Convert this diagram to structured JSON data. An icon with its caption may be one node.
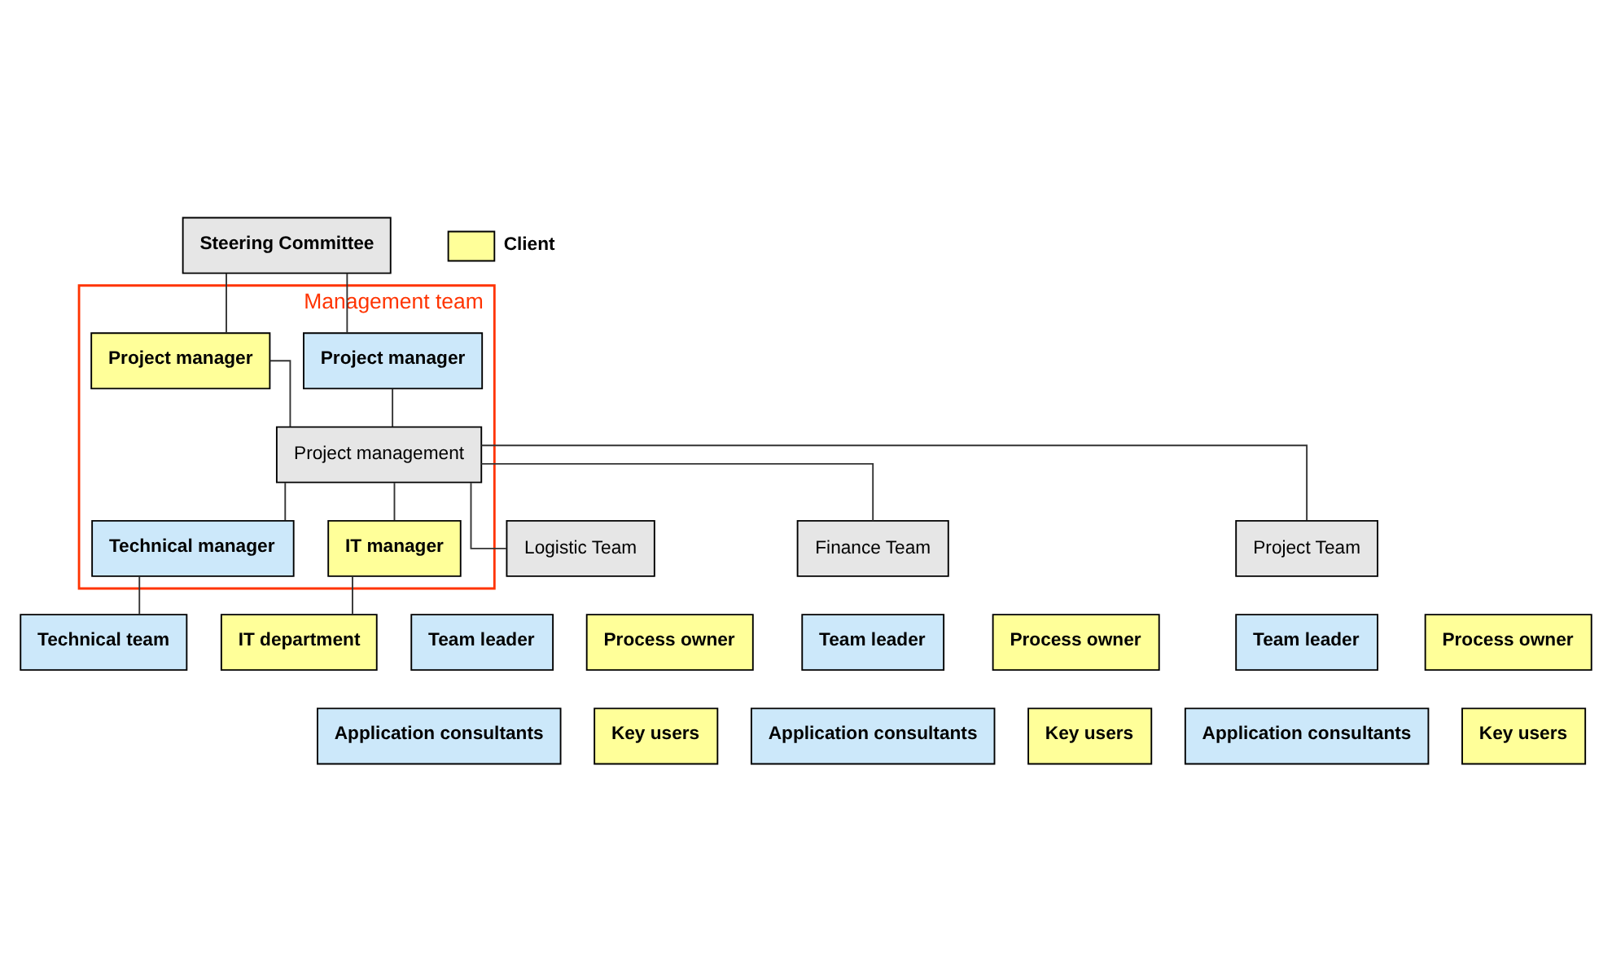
{
  "diagram": {
    "nodes": [
      {
        "text": [
          "Steering Committee"
        ]
      },
      {
        "text": [
          "Management team"
        ]
      },
      {
        "text": [
          "Project manager"
        ],
        "in": 1
      },
      {
        "text": [
          "Project manager"
        ],
        "in": 1
      },
      {
        "text": [
          "Project management"
        ],
        "in": 1
      },
      {
        "text": [
          "Technical manager"
        ],
        "in": 1
      },
      {
        "text": [
          "IT manager"
        ],
        "in": 1
      },
      {
        "text": [
          "Technical team"
        ]
      },
      {
        "text": [
          "IT department"
        ]
      },
      {
        "text": [
          "Logistic Team"
        ]
      },
      {
        "text": [
          "Team leader"
        ]
      },
      {
        "text": [
          "Process owner"
        ]
      },
      {
        "text": [
          "Application consultants"
        ]
      },
      {
        "text": [
          "Key users"
        ]
      },
      {
        "text": [
          "Finance Team"
        ]
      },
      {
        "text": [
          "Team leader"
        ]
      },
      {
        "text": [
          "Process owner"
        ]
      },
      {
        "text": [
          "Application consultants"
        ]
      },
      {
        "text": [
          "Key users"
        ]
      },
      {
        "text": [
          "Project Team"
        ]
      },
      {
        "text": [
          "Team leader"
        ]
      },
      {
        "text": [
          "Process owner"
        ]
      },
      {
        "text": [
          "Application consultants"
        ]
      },
      {
        "text": [
          "Key users"
        ]
      }
    ],
    "edges": [
      {
        "from": 0,
        "to": 2,
        "arrow": "none"
      },
      {
        "from": 0,
        "to": 3,
        "arrow": "none"
      },
      {
        "from": 2,
        "to": 4,
        "arrow": "none"
      },
      {
        "from": 3,
        "to": 4,
        "arrow": "none"
      },
      {
        "from": 4,
        "to": 5,
        "arrow": "none"
      },
      {
        "from": 4,
        "to": 6,
        "arrow": "none"
      },
      {
        "from": 5,
        "to": 7,
        "arrow": "none"
      },
      {
        "from": 6,
        "to": 8,
        "arrow": "none"
      },
      {
        "from": 4,
        "to": 9,
        "arrow": "none"
      },
      {
        "from": 4,
        "to": 14,
        "arrow": "none"
      },
      {
        "from": 4,
        "to": 19,
        "arrow": "none"
      }
    ],
    "legend": [
      {
        "text": "Client",
        "color": "#ffff99"
      }
    ]
  }
}
